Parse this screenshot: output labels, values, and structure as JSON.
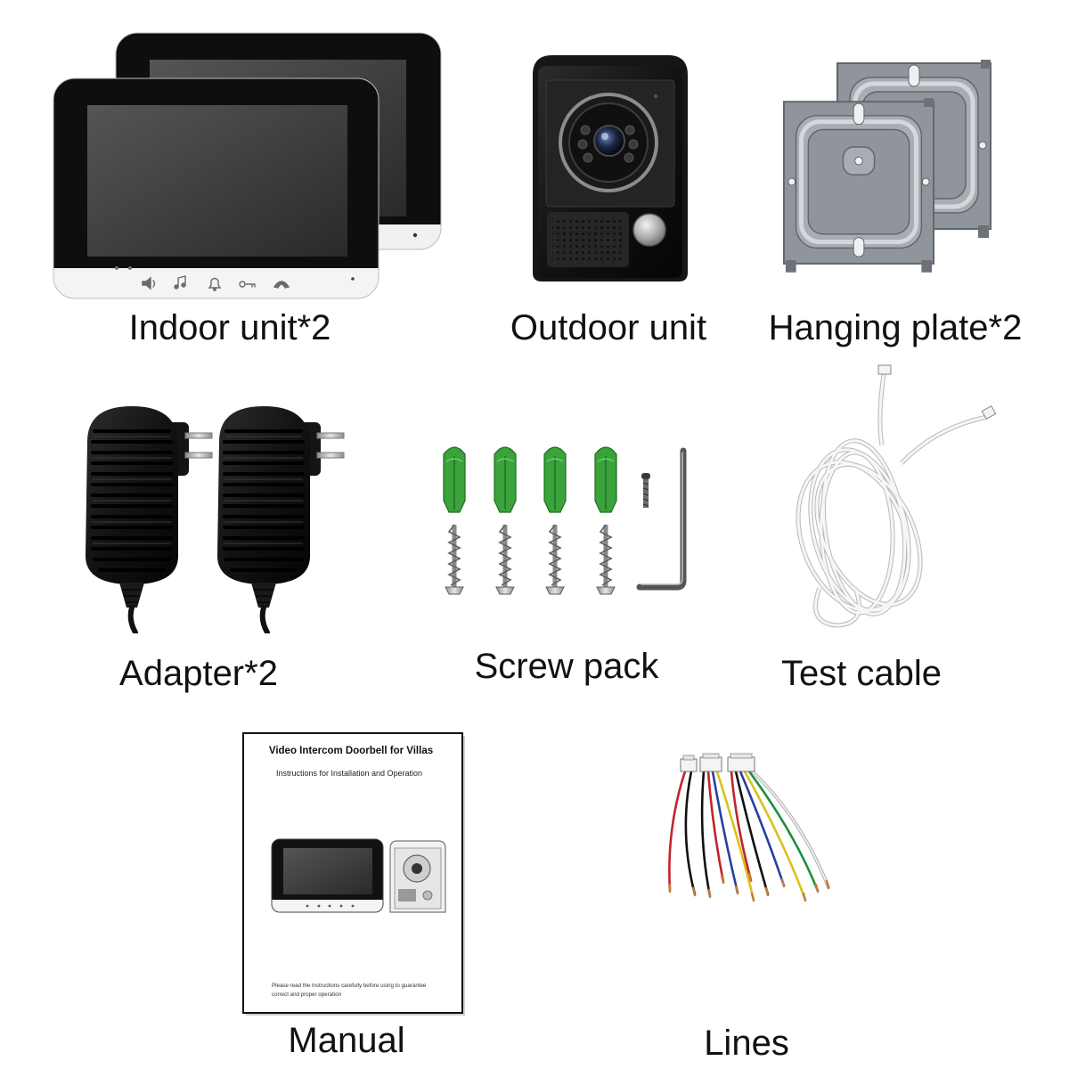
{
  "items": {
    "indoor_unit": {
      "label": "Indoor unit*2"
    },
    "outdoor_unit": {
      "label": "Outdoor unit"
    },
    "hanging_plate": {
      "label": "Hanging plate*2"
    },
    "adapter": {
      "label": "Adapter*2"
    },
    "screw_pack": {
      "label": "Screw pack"
    },
    "test_cable": {
      "label": "Test cable"
    },
    "manual": {
      "label": "Manual"
    },
    "lines": {
      "label": "Lines"
    }
  },
  "manual_cover": {
    "title": "Video Intercom Doorbell for Villas",
    "subtitle": "Instructions for Installation and Operation",
    "footer_line1": "Please read the instructions carefully before using to guarantee",
    "footer_line2": "correct and proper operation"
  },
  "colors": {
    "background": "#ffffff",
    "caption_text": "#111111",
    "anchor_green": "#3aa33a",
    "plate_gray": "#8f959b"
  },
  "icons": [
    "volume-icon",
    "music-note-icon",
    "bell-icon",
    "key-icon",
    "phone-icon"
  ]
}
